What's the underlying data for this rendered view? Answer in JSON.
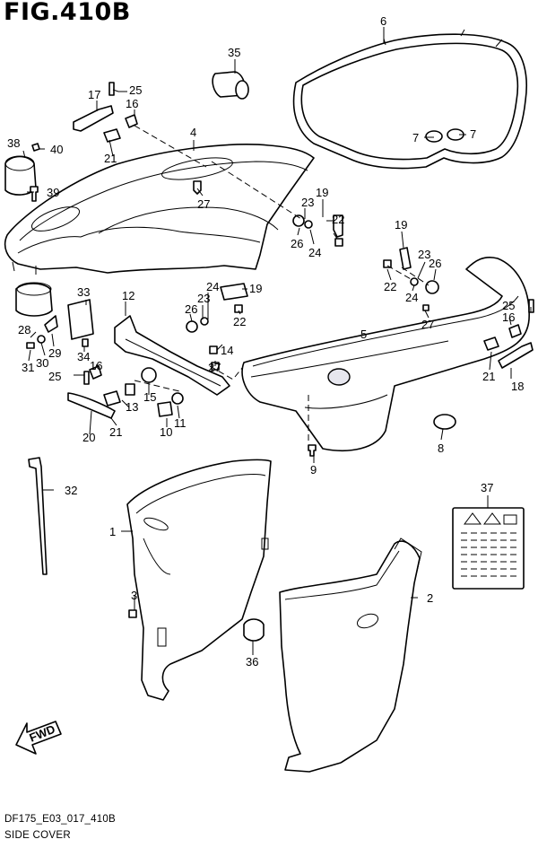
{
  "figure": {
    "title": "FIG.410B",
    "code": "DF175_E03_017_410B",
    "caption": "SIDE COVER"
  },
  "fwd_arrow_label": "FWD",
  "callouts": [
    {
      "id": "1",
      "label": "1"
    },
    {
      "id": "2",
      "label": "2"
    },
    {
      "id": "3",
      "label": "3"
    },
    {
      "id": "4",
      "label": "4"
    },
    {
      "id": "5",
      "label": "5"
    },
    {
      "id": "6",
      "label": "6"
    },
    {
      "id": "7a",
      "label": "7"
    },
    {
      "id": "7b",
      "label": "7"
    },
    {
      "id": "8",
      "label": "8"
    },
    {
      "id": "9",
      "label": "9"
    },
    {
      "id": "10",
      "label": "10"
    },
    {
      "id": "11",
      "label": "11"
    },
    {
      "id": "12",
      "label": "12"
    },
    {
      "id": "13",
      "label": "13"
    },
    {
      "id": "14",
      "label": "14"
    },
    {
      "id": "15",
      "label": "15"
    },
    {
      "id": "16a",
      "label": "16"
    },
    {
      "id": "16b",
      "label": "16"
    },
    {
      "id": "16c",
      "label": "16"
    },
    {
      "id": "17",
      "label": "17"
    },
    {
      "id": "18",
      "label": "18"
    },
    {
      "id": "19a",
      "label": "19"
    },
    {
      "id": "19b",
      "label": "19"
    },
    {
      "id": "19c",
      "label": "19"
    },
    {
      "id": "20",
      "label": "20"
    },
    {
      "id": "21a",
      "label": "21"
    },
    {
      "id": "21b",
      "label": "21"
    },
    {
      "id": "21c",
      "label": "21"
    },
    {
      "id": "22a",
      "label": "22"
    },
    {
      "id": "22b",
      "label": "22"
    },
    {
      "id": "22c",
      "label": "22"
    },
    {
      "id": "23a",
      "label": "23"
    },
    {
      "id": "23b",
      "label": "23"
    },
    {
      "id": "23c",
      "label": "23"
    },
    {
      "id": "24a",
      "label": "24"
    },
    {
      "id": "24b",
      "label": "24"
    },
    {
      "id": "24c",
      "label": "24"
    },
    {
      "id": "25a",
      "label": "25"
    },
    {
      "id": "25b",
      "label": "25"
    },
    {
      "id": "25c",
      "label": "25"
    },
    {
      "id": "26a",
      "label": "26"
    },
    {
      "id": "26b",
      "label": "26"
    },
    {
      "id": "26c",
      "label": "26"
    },
    {
      "id": "27a",
      "label": "27"
    },
    {
      "id": "27b",
      "label": "27"
    },
    {
      "id": "27c",
      "label": "27"
    },
    {
      "id": "28",
      "label": "28"
    },
    {
      "id": "29",
      "label": "29"
    },
    {
      "id": "30",
      "label": "30"
    },
    {
      "id": "31",
      "label": "31"
    },
    {
      "id": "32",
      "label": "32"
    },
    {
      "id": "33",
      "label": "33"
    },
    {
      "id": "34",
      "label": "34"
    },
    {
      "id": "35",
      "label": "35"
    },
    {
      "id": "36",
      "label": "36"
    },
    {
      "id": "37",
      "label": "37"
    },
    {
      "id": "38",
      "label": "38"
    },
    {
      "id": "39",
      "label": "39"
    },
    {
      "id": "40",
      "label": "40"
    }
  ]
}
